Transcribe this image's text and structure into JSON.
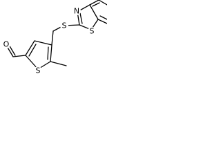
{
  "molecule": {
    "atoms": {
      "thiophene_s": "S",
      "aldehyde_o": "O",
      "thioether_s": "S",
      "benzothiazole_n": "N",
      "benzothiazole_s": "S"
    }
  }
}
